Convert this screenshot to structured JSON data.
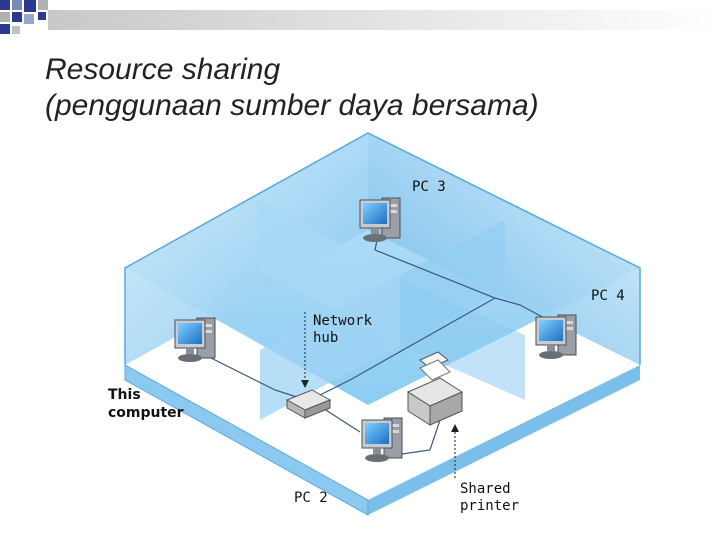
{
  "slide": {
    "title_line1": "Resource sharing",
    "title_line2": "(penggunaan sumber daya bersama)"
  },
  "diagram": {
    "pc3_label": "PC 3",
    "pc4_label": "PC 4",
    "hub_label_line1": "Network",
    "hub_label_line2": "hub",
    "this_computer_line1": "This",
    "this_computer_line2": "computer",
    "pc2_label": "PC 2",
    "printer_label_line1": "Shared",
    "printer_label_line2": "printer"
  },
  "colors": {
    "wall_light": "#cfe9fb",
    "wall_mid": "#8ecdf3",
    "wall_dark": "#4fa6de",
    "floor": "#a9daf7"
  }
}
